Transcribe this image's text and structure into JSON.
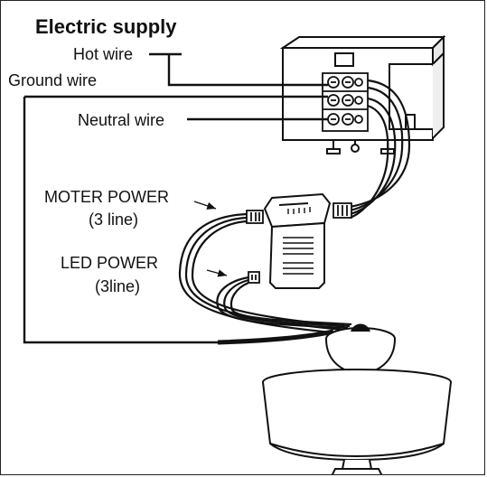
{
  "labels": {
    "title": "Electric supply",
    "hot_wire": "Hot wire",
    "ground_wire": "Ground wire",
    "neutral_wire": "Neutral wire",
    "moter_power": "MOTER POWER",
    "moter_power_sub": "(3 line)",
    "led_power": "LED POWER",
    "led_power_sub": "(3line)"
  }
}
